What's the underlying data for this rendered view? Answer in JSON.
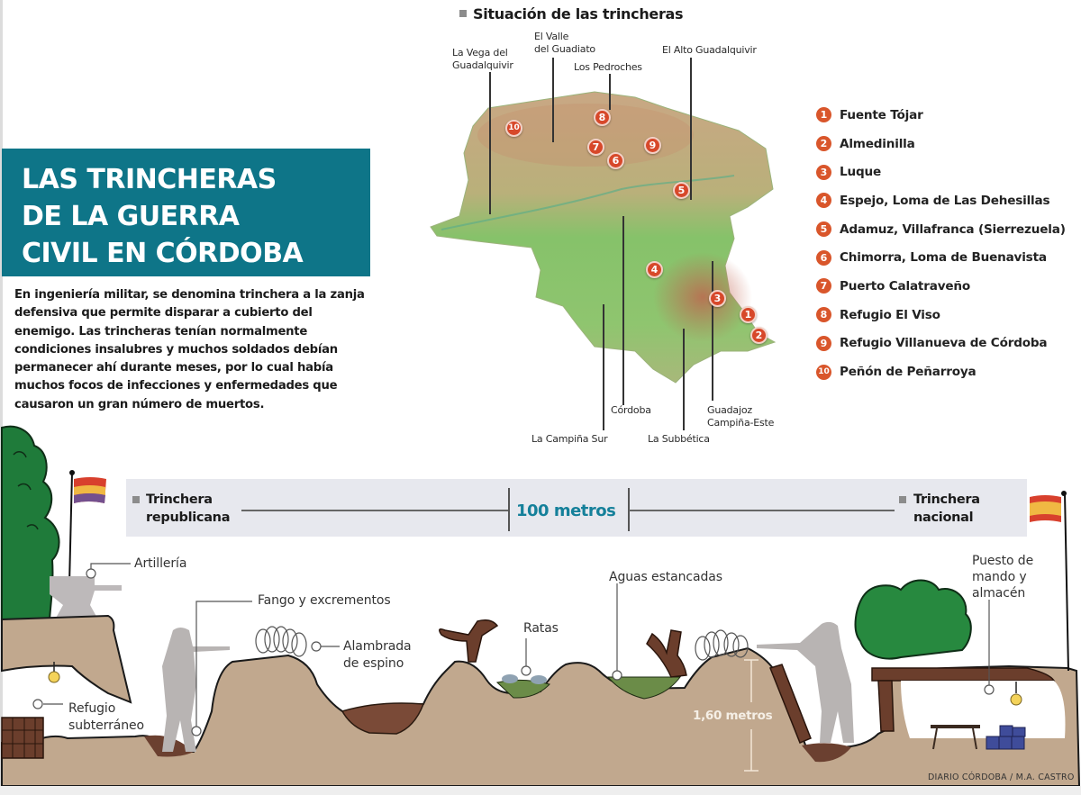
{
  "title": {
    "lines": [
      "LAS TRINCHERAS",
      "DE LA GUERRA",
      "CIVIL EN CÓRDOBA"
    ],
    "background_color": "#0e7588"
  },
  "intro_text": "En ingeniería militar, se denomina trinchera a la zanja defensiva que permite disparar a cubierto del enemigo. Las trincheras tenían normalmente condiciones insalubres y muchos soldados debían permanecer ahí durante meses, por lo cual había muchos focos de infecciones y enfermedades que causaron un gran número de muertos.",
  "map": {
    "heading": "Situación de las trincheras",
    "regions": {
      "vega_line1": "La Vega del",
      "vega_line2": "Guadalquivir",
      "valle_line1": "El Valle",
      "valle_line2": "del Guadiato",
      "pedroches": "Los Pedroches",
      "alto": "El Alto Guadalquivir",
      "cordoba": "Córdoba",
      "campina_sur": "La Campiña Sur",
      "subbetica": "La Subbética",
      "guadajoz_line1": "Guadajoz",
      "guadajoz_line2": "Campiña-Este"
    },
    "markers": [
      "1",
      "2",
      "3",
      "4",
      "5",
      "6",
      "7",
      "8",
      "9",
      "10"
    ],
    "marker_color": "#d7482a"
  },
  "legend": [
    {
      "num": "1",
      "label": "Fuente Tójar"
    },
    {
      "num": "2",
      "label": "Almedinilla"
    },
    {
      "num": "3",
      "label": "Luque"
    },
    {
      "num": "4",
      "label": "Espejo, Loma de Las Dehesillas"
    },
    {
      "num": "5",
      "label": "Adamuz, Villafranca (Sierrezuela)"
    },
    {
      "num": "6",
      "label": "Chimorra, Loma de Buenavista"
    },
    {
      "num": "7",
      "label": "Puerto Calatraveño"
    },
    {
      "num": "8",
      "label": "Refugio El Viso"
    },
    {
      "num": "9",
      "label": "Refugio Villanueva de Córdoba"
    },
    {
      "num": "10",
      "label": "Peñón de Peñarroya"
    }
  ],
  "distance_bar": {
    "left_line1": "Trinchera",
    "left_line2": "republicana",
    "center": "100 metros",
    "right_line1": "Trinchera",
    "right_line2": "nacional",
    "accent_color": "#15809a"
  },
  "illustration": {
    "callouts": {
      "artilleria": "Artillería",
      "fango": "Fango y excrementos",
      "alambrada_line1": "Alambrada",
      "alambrada_line2": "de espino",
      "refugio_line1": "Refugio",
      "refugio_line2": "subterráneo",
      "ratas": "Ratas",
      "aguas": "Aguas estancadas",
      "puesto_line1": "Puesto de",
      "puesto_line2": "mando y",
      "puesto_line3": "almacén"
    },
    "height_measure": "1,60 metros",
    "ground_color": "#c1a88e",
    "credit": "DIARIO CÓRDOBA / M.A. CASTRO"
  }
}
